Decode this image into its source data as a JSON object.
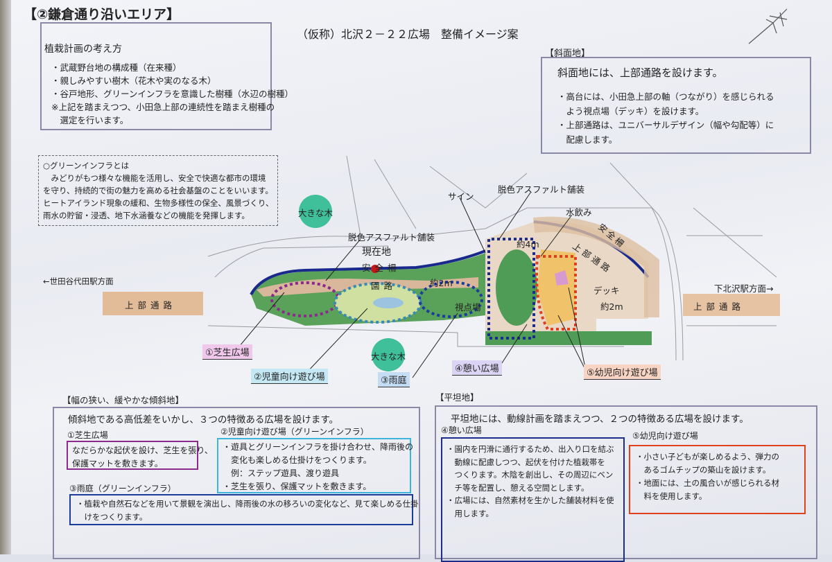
{
  "area_title": "【②鎌倉通り沿いエリア】",
  "main_title": "（仮称）北沢２－２２広場　整備イメージ案",
  "planting": {
    "heading": "植栽計画の考え方",
    "items": [
      "・武蔵野台地の構成種（在来種）",
      "・親しみやすい樹木（花木や実のなる木）",
      "・谷戸地形、グリーンインフラを意識した樹種（水辺の樹種）"
    ],
    "note": [
      "※上記を踏まえつつ、小田急上部の連続性を踏まえ樹種の",
      "　選定を行います。"
    ]
  },
  "slope": {
    "label": "【斜面地】",
    "lead": "斜面地には、上部通路を設けます。",
    "lines": [
      "・高台には、小田急上部の軸（つながり）を感じられる",
      "　よう視点場（デッキ）を設けます。",
      "・上部通路は、ユニバーサルデザイン（幅や勾配等）に",
      "　配慮します。"
    ]
  },
  "green_infra": {
    "lines": [
      "○グリーンインフラとは",
      "　みどりがもつ様々な機能を活用し、安全で快適な都市の環境",
      "を守り、持続的で街の魅力を高める社会基盤のことをいいます。",
      "ヒートアイランド現象の緩和、生物多様性の保全、風景づくり、",
      "雨水の貯留・浸透、地下水涵養などの機能を発揮します。"
    ]
  },
  "map": {
    "big_tree": "大きな木",
    "to_setagaya": "←世田谷代田駅方面",
    "to_shimokita": "下北沢駅方面→",
    "upper_path": "上部通路",
    "current_location": "現在地",
    "safety_fence": "安全柵",
    "garden_path": "園路",
    "approx_2m": "約2m",
    "approx_4m": "約4m",
    "asphalt": "脱色アスファルト舗装",
    "sign": "サイン",
    "fountain": "水飲み",
    "deck": "デッキ",
    "viewpoint": "視点場",
    "zones": [
      "①芝生広場",
      "②児童向け遊び場",
      "③雨庭",
      "④憩い広場",
      "⑤幼児向け遊び場"
    ]
  },
  "narrow": {
    "label": "【幅の狭い、緩やかな傾斜地】",
    "lead": "傾斜地である高低差をいかし、３つの特徴ある広場を設けます。",
    "z1_title": "①芝生広場",
    "z1_lines": [
      "なだらかな起伏を設け、芝生を張り、",
      "保護マットを敷きます。"
    ],
    "z2_title": "②児童向け遊び場（グリーンインフラ）",
    "z2_lines": [
      "・遊具とグリーンインフラを掛け合わせ、降雨後の",
      "　変化も楽しめる仕掛けをつくります。",
      "　例：ステップ遊具、渡り遊具",
      "・芝生を張り、保護マットを敷きます。"
    ],
    "z3_title": "③雨庭（グリーンインフラ）",
    "z3_lines": [
      "・植栽や自然石などを用いて景観を演出し、降雨後の水の移ろいの変化など、見て楽しめる仕掛",
      "　けをつくります。"
    ]
  },
  "flat": {
    "label": "【平坦地】",
    "lead": "平坦地には、動線計画を踏まえつつ、２つの特徴ある広場を設けます。",
    "z4_title": "④憩い広場",
    "z4_lines": [
      "・園内を円滑に通行するため、出入り口を結ぶ",
      "　動線に配慮しつつ、起伏を付けた植栽帯を",
      "　つくります。木陰を創出し、その周辺にベン",
      "　チ等を配置し、憩える空間とします。",
      "・広場には、自然素材を生かした舗装材料を使",
      "　用します。"
    ],
    "z5_title": "⑤幼児向け遊び場",
    "z5_lines": [
      "・小さい子どもが楽しめるよう、弾力の",
      "　あるゴムチップの築山を設けます。",
      "・地面には、土の風合いが感じられる材",
      "　料を使用します。"
    ]
  },
  "colors": {
    "purple": "#8a2a8a",
    "cyan": "#3cb4dc",
    "navy": "#1c2c8c",
    "red": "#e0401c",
    "tree": "#3fbf9a"
  }
}
